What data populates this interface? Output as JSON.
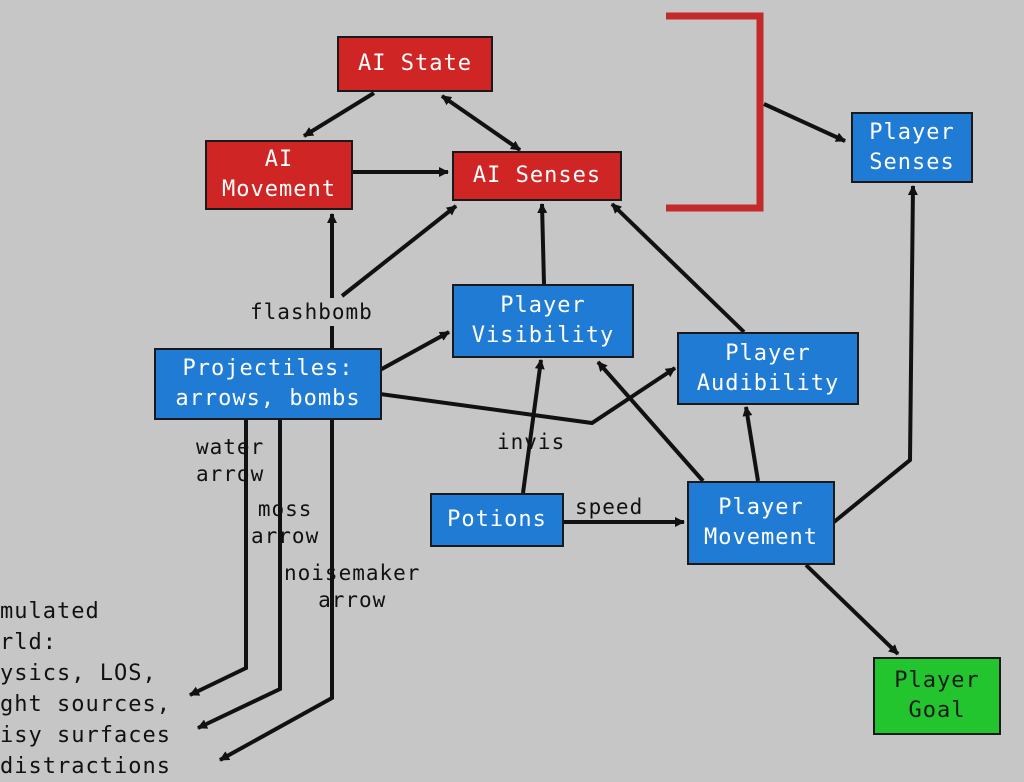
{
  "nodes": {
    "ai_state": "AI State",
    "ai_movement": [
      "AI",
      "Movement"
    ],
    "ai_senses": "AI Senses",
    "player_senses": [
      "Player",
      "Senses"
    ],
    "player_visibility": [
      "Player",
      "Visibility"
    ],
    "player_audibility": [
      "Player",
      "Audibility"
    ],
    "projectiles": [
      "Projectiles:",
      "arrows, bombs"
    ],
    "potions": "Potions",
    "player_movement": [
      "Player",
      "Movement"
    ],
    "player_goal": [
      "Player",
      "Goal"
    ]
  },
  "edge_labels": {
    "flashbomb": "flashbomb",
    "invis": "invis",
    "speed": "speed",
    "water_arrow": [
      "water",
      "arrow"
    ],
    "moss_arrow": [
      "moss",
      "arrow"
    ],
    "noisemaker_arrow": [
      "noisemaker",
      "arrow"
    ]
  },
  "simulated_world": [
    "mulated",
    "rld:",
    "ysics, LOS,",
    "ght sources,",
    "isy surfaces",
    "distractions"
  ],
  "colors": {
    "ai_box": "#d02525",
    "player_box": "#1f7bd4",
    "goal_box": "#22c52d",
    "bracket": "#c42a2a",
    "background": "#c6c6c6"
  }
}
